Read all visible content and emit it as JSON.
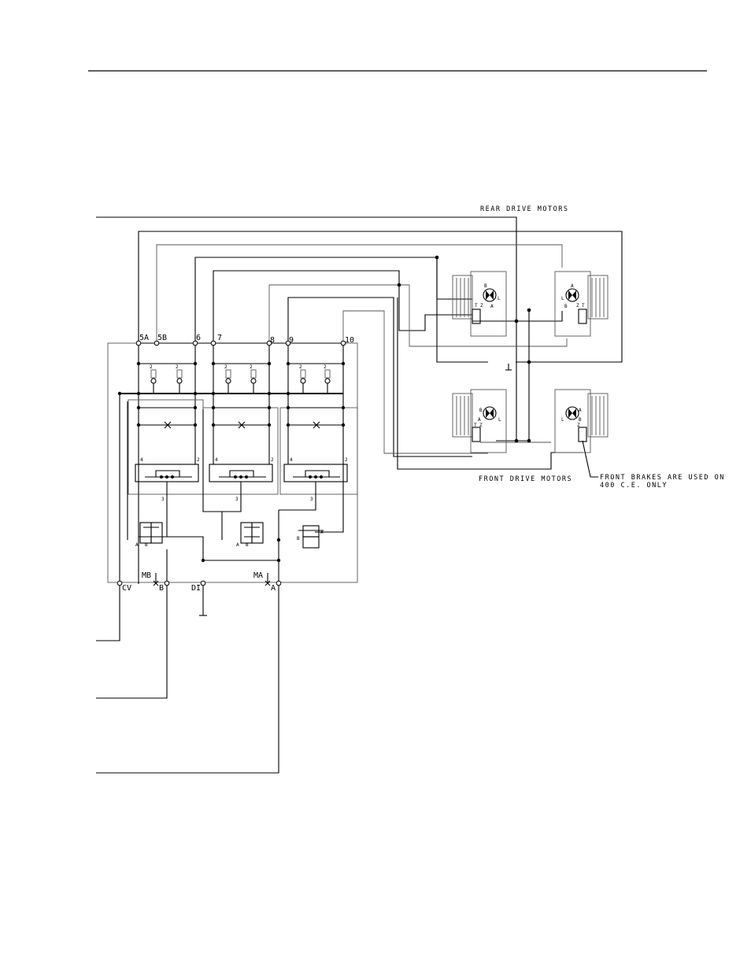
{
  "labels": {
    "rear_drive_motors": "REAR DRIVE MOTORS",
    "front_drive_motors": "FRONT DRIVE MOTORS",
    "front_brakes_note_line1": "FRONT BRAKES ARE USED ON",
    "front_brakes_note_line2": "400 C.E. ONLY"
  },
  "manifold_ports": {
    "top": [
      "5A",
      "5B",
      "6",
      "7",
      "8",
      "9",
      "10"
    ],
    "bottom": [
      "CV",
      "B",
      "DI",
      "A"
    ],
    "gauge": [
      "MB",
      "MA"
    ]
  },
  "valve_numbers": {
    "check": "2",
    "spool_left": "4",
    "spool_right": "2",
    "spool_bottom": "3"
  },
  "motor_ports": {
    "a": "A",
    "b": "B",
    "l": "L",
    "t": "T",
    "z": "Z"
  },
  "solenoid_letters": {
    "a": "A",
    "b": "B"
  }
}
